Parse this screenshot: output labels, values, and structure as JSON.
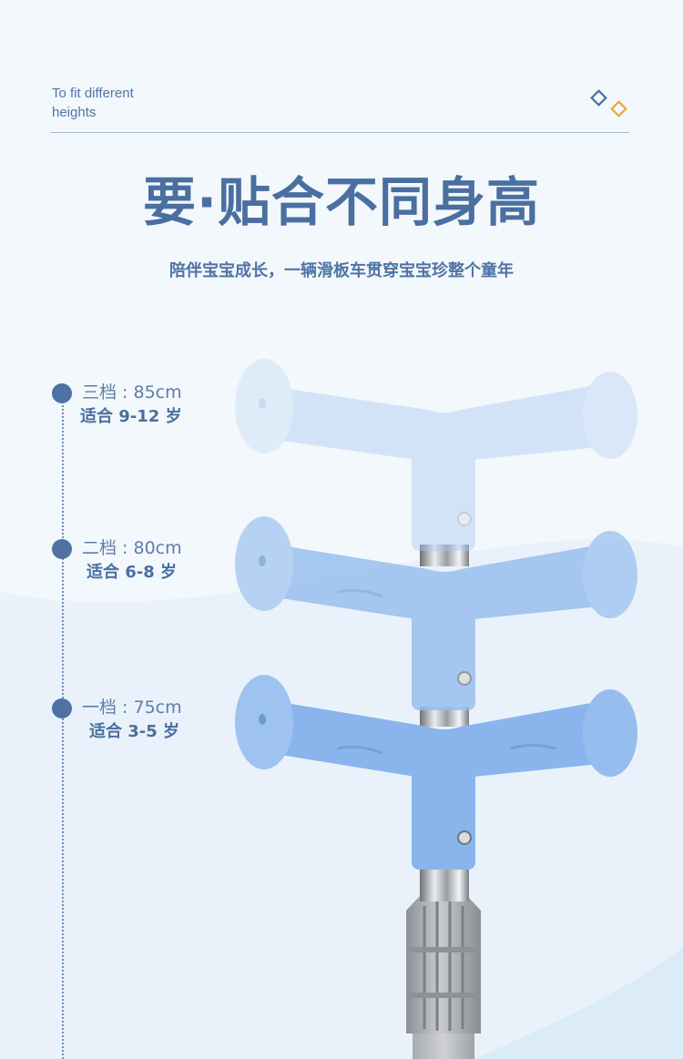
{
  "header": {
    "subtitle_line1": "To fit different",
    "subtitle_line2": "heights",
    "decor_icons": [
      "diamond-outline-icon",
      "diamond-outline-icon"
    ]
  },
  "headline": "要·贴合不同身高",
  "tagline": "陪伴宝宝成长，一辆滑板车贯穿宝宝珍整个童年",
  "levels": [
    {
      "name": "三档 : 85cm",
      "age": "适合 9-12 岁"
    },
    {
      "name": "二档 : 80cm",
      "age": "适合 6-8 岁"
    },
    {
      "name": "一档 : 75cm",
      "age": "适合 3-5 岁"
    }
  ],
  "colors": {
    "primary": "#4a6fa0",
    "accent": "#e8a93a",
    "handlebar": "#8fb8ee",
    "background": "#f3f8fc"
  }
}
